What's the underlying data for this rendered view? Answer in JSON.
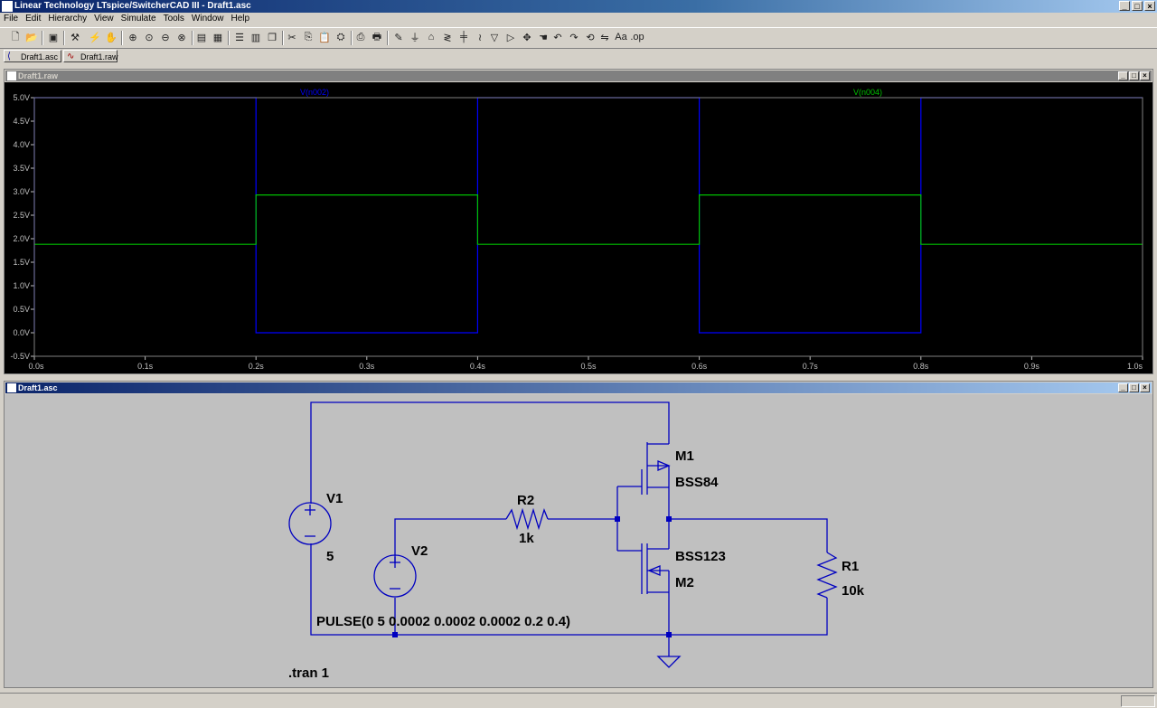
{
  "app": {
    "title": "Linear Technology LTspice/SwitcherCAD III - Draft1.asc",
    "menus": [
      "File",
      "Edit",
      "Hierarchy",
      "View",
      "Simulate",
      "Tools",
      "Window",
      "Help"
    ],
    "window_buttons": {
      "minimize": "_",
      "maximize": "□",
      "close": "×"
    }
  },
  "toolbar_icons": [
    "new-schematic",
    "open",
    "save",
    "hammer",
    "run",
    "halt",
    "zoom-in",
    "pan",
    "zoom-out",
    "zoom-fit",
    "autoscale",
    "cancel",
    "tile-horizontal",
    "tile-vertical",
    "cascade",
    "cut",
    "copy",
    "paste",
    "find",
    "print-setup",
    "print",
    "draw-wire",
    "ground",
    "label-net",
    "resistor",
    "capacitor",
    "inductor",
    "diode",
    "component",
    "move",
    "drag",
    "undo",
    "redo",
    "rotate",
    "mirror",
    "text",
    "spice-directive"
  ],
  "tabs": [
    {
      "label": "Draft1.asc",
      "icon": "schematic-icon"
    },
    {
      "label": "Draft1.raw",
      "icon": "waveform-icon"
    }
  ],
  "waveform_window": {
    "title": "Draft1.raw",
    "trace_labels": [
      "V(n002)",
      "V(n004)"
    ]
  },
  "schematic_window": {
    "title": "Draft1.asc",
    "labels": {
      "v1_name": "V1",
      "v1_value": "5",
      "v2_name": "V2",
      "v2_value": "PULSE(0 5 0.0002 0.0002 0.0002 0.2 0.4)",
      "r2_name": "R2",
      "r2_value": "1k",
      "r1_name": "R1",
      "r1_value": "10k",
      "m1_name": "M1",
      "m1_value": "BSS84",
      "m2_name": "M2",
      "m2_value": "BSS123",
      "directive": ".tran 1"
    }
  },
  "chart_data": {
    "type": "line",
    "title": "",
    "xlabel": "",
    "ylabel": "",
    "xlim": [
      0,
      1.0
    ],
    "ylim": [
      -0.5,
      5.0
    ],
    "x_ticks": [
      "0.0s",
      "0.1s",
      "0.2s",
      "0.3s",
      "0.4s",
      "0.5s",
      "0.6s",
      "0.7s",
      "0.8s",
      "0.9s",
      "1.0s"
    ],
    "y_ticks": [
      "5.0V",
      "4.5V",
      "4.0V",
      "3.5V",
      "3.0V",
      "2.5V",
      "2.0V",
      "1.5V",
      "1.0V",
      "0.5V",
      "0.0V",
      "-0.5V"
    ],
    "grid": false,
    "background": "#000000",
    "series": [
      {
        "name": "V(n002)",
        "color": "#0000ff",
        "x": [
          0,
          0,
          0.2,
          0.2,
          0.4,
          0.4,
          0.6,
          0.6,
          0.8,
          0.8,
          1.0
        ],
        "y": [
          0,
          5,
          5,
          0,
          0,
          5,
          5,
          0,
          0,
          5,
          5
        ]
      },
      {
        "name": "V(n004)",
        "color": "#00c000",
        "x": [
          0,
          0.2,
          0.2,
          0.4,
          0.4,
          0.6,
          0.6,
          0.8,
          0.8,
          1.0
        ],
        "y": [
          1.88,
          1.88,
          2.93,
          2.93,
          1.88,
          1.88,
          2.93,
          2.93,
          1.88,
          1.88
        ]
      }
    ]
  }
}
